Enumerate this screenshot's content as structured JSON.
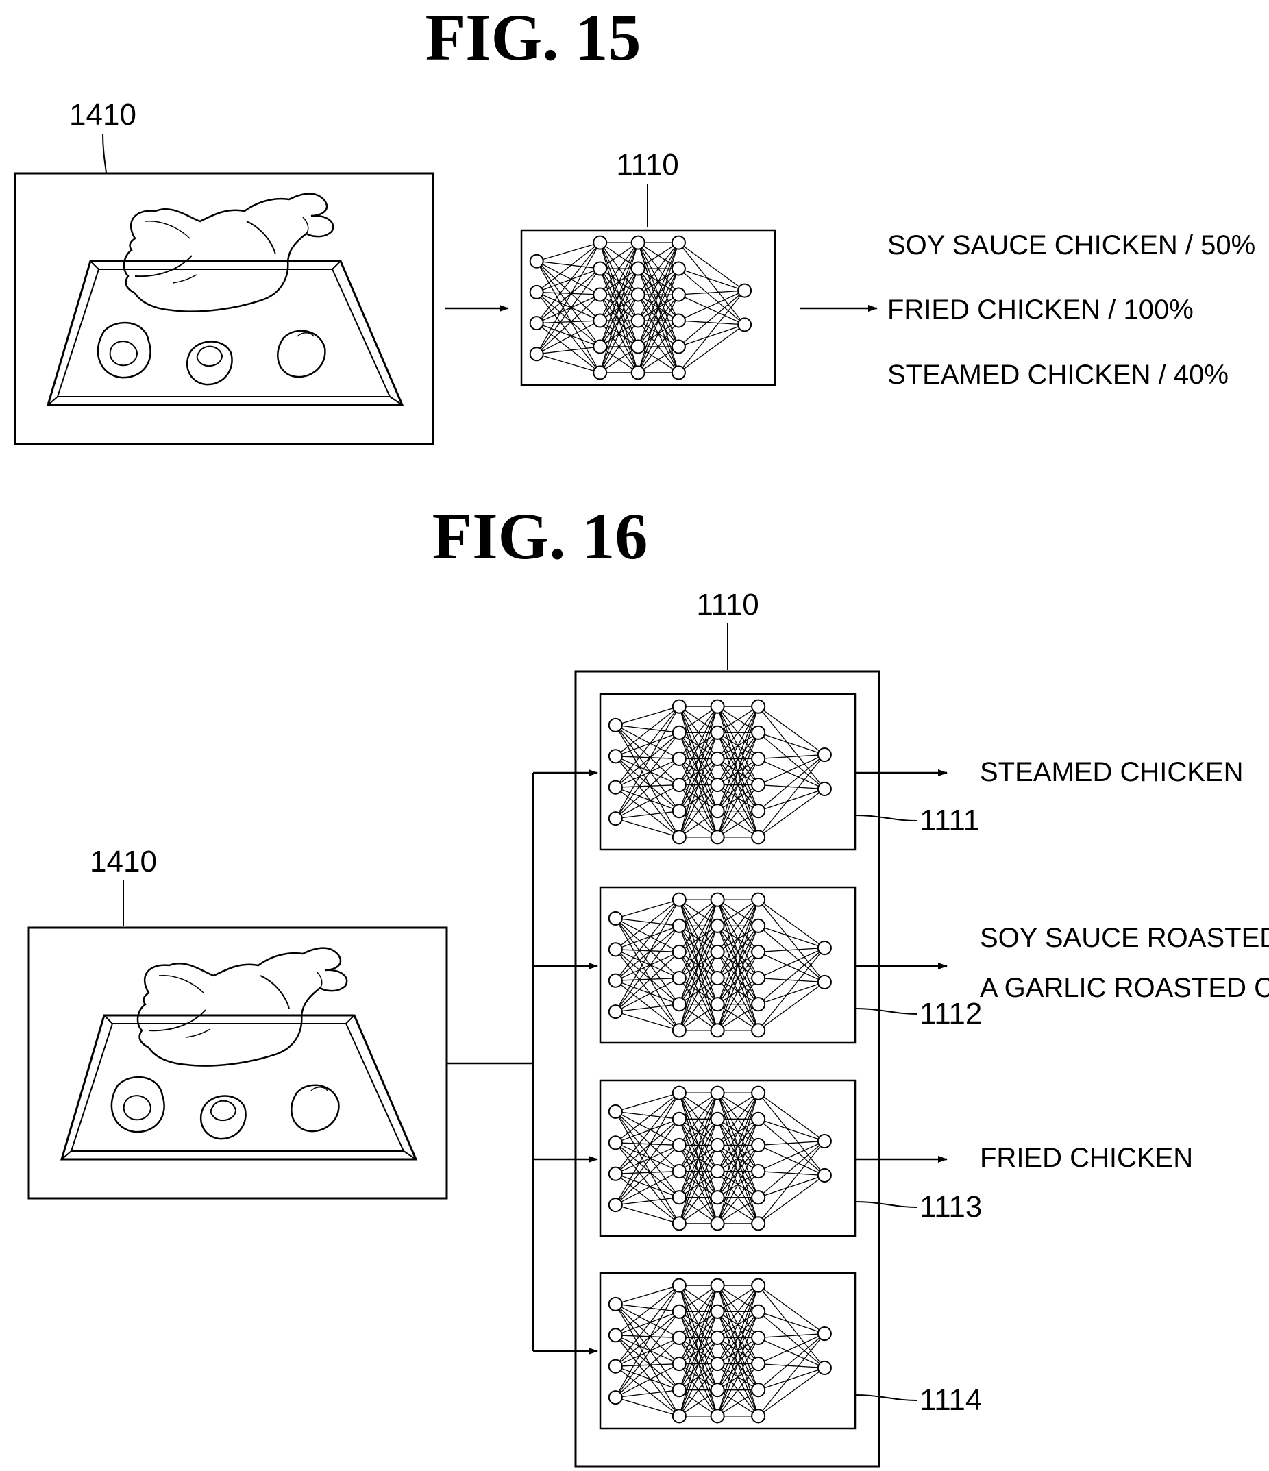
{
  "fig15": {
    "title": "FIG. 15",
    "image_ref": "1410",
    "network_ref": "1110",
    "outputs": [
      "SOY SAUCE CHICKEN / 50%",
      "FRIED CHICKEN / 100%",
      "STEAMED CHICKEN / 40%"
    ]
  },
  "fig16": {
    "title": "FIG. 16",
    "image_ref": "1410",
    "network_ref": "1110",
    "sub_networks": [
      {
        "ref": "1111",
        "output_lines": [
          "STEAMED CHICKEN"
        ]
      },
      {
        "ref": "1112",
        "output_lines": [
          "SOY SAUCE ROASTED CHICKEN AND",
          "A GARLIC ROASTED CHICKEN"
        ]
      },
      {
        "ref": "1113",
        "output_lines": [
          "FRIED CHICKEN"
        ]
      },
      {
        "ref": "1114",
        "output_lines": []
      }
    ]
  },
  "icons": {
    "food_image": "roast-chicken-tray-icon",
    "network": "neural-network-icon",
    "arrow": "arrow-right-icon"
  }
}
